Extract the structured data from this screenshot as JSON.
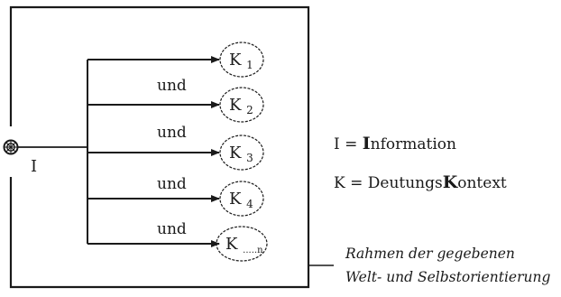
{
  "diagram": {
    "input_label": "I",
    "contexts": [
      {
        "letter": "K",
        "sub": "1"
      },
      {
        "letter": "K",
        "sub": "2"
      },
      {
        "letter": "K",
        "sub": "3"
      },
      {
        "letter": "K",
        "sub": "4"
      },
      {
        "letter": "K",
        "sub": ".....n"
      }
    ],
    "connectors": [
      "und",
      "und",
      "und",
      "und"
    ],
    "legend": {
      "i_prefix": "I = ",
      "i_bold": "I",
      "i_rest": "nformation",
      "k_prefix": "K = Deutungs",
      "k_bold": "K",
      "k_rest": "ontext"
    },
    "caption": {
      "line1": "Rahmen der gegebenen",
      "line2": "Welt- und Selbstorientierung"
    }
  }
}
